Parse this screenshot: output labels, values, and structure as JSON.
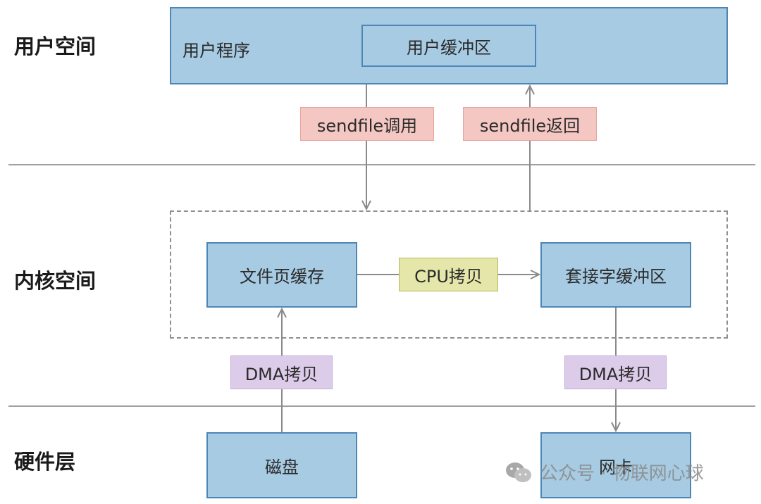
{
  "layers": {
    "user_space": "用户空间",
    "kernel_space": "内核空间",
    "hardware": "硬件层"
  },
  "boxes": {
    "user_program": "用户程序",
    "user_buffer": "用户缓冲区",
    "file_page_cache": "文件页缓存",
    "socket_buffer": "套接字缓冲区",
    "disk": "磁盘",
    "nic": "网卡"
  },
  "tags": {
    "sendfile_call": "sendfile调用",
    "sendfile_return": "sendfile返回",
    "cpu_copy": "CPU拷贝",
    "dma_copy_left": "DMA拷贝",
    "dma_copy_right": "DMA拷贝"
  },
  "watermark": {
    "text": "公众号 · 物联网心球",
    "icon": "wechat-icon"
  },
  "colors": {
    "box_fill": "#a7cbe3",
    "box_border": "#4e86b8",
    "tag_pink": "#f4c7c3",
    "tag_yellow": "#e5e6aa",
    "tag_purple": "#dccbe9",
    "arrow": "#8a8a8a"
  }
}
